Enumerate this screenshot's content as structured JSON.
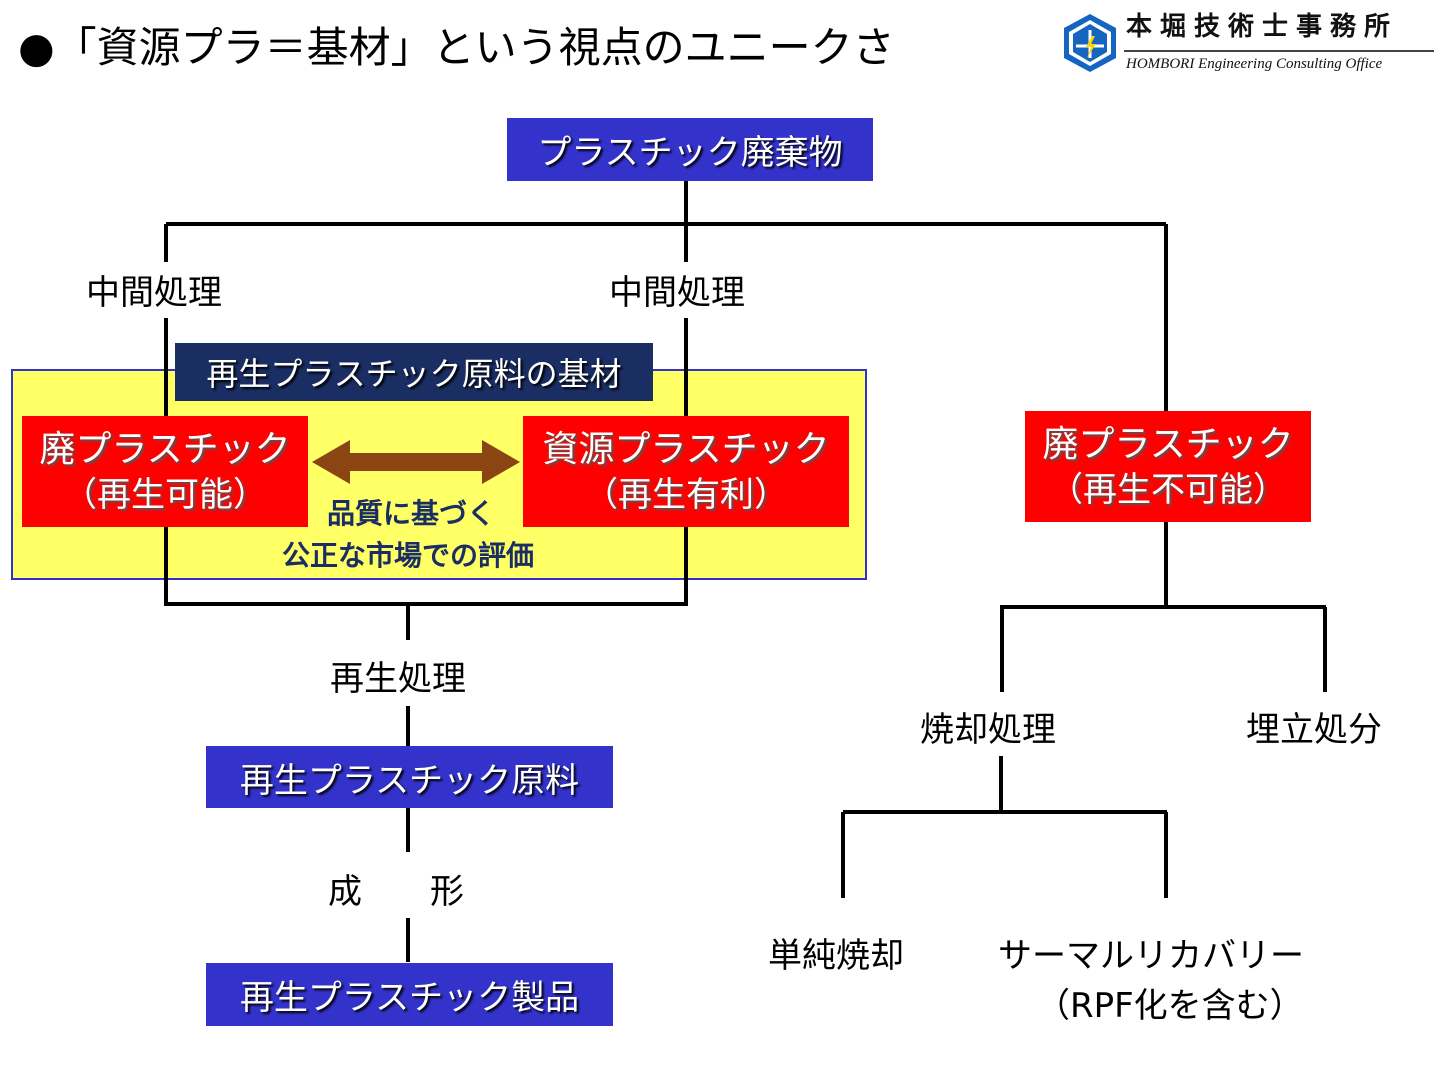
{
  "title": "●「資源プラ＝基材」という視点のユニークさ",
  "logo": {
    "name_jp": "本堀技術士事務所",
    "name_en": "HOMBORI Engineering Consulting Office"
  },
  "nodes": {
    "top": "プラスチック廃棄物",
    "mid_left": "中間処理",
    "mid_right": "中間処理",
    "base_label": "再生プラスチック原料の基材",
    "waste_recyclable": {
      "line1": "廃プラスチック",
      "line2": "（再生可能）"
    },
    "resource_plastic": {
      "line1": "資源プラスチック",
      "line2": "（再生有利）"
    },
    "evaluation": {
      "line1": "品質に基づく",
      "line2": "公正な市場での評価"
    },
    "regeneration": "再生処理",
    "recycled_material": "再生プラスチック原料",
    "molding": "成　　形",
    "recycled_product": "再生プラスチック製品",
    "waste_nonrecyclable": {
      "line1": "廃プラスチック",
      "line2": "（再生不可能）"
    },
    "incineration": "焼却処理",
    "landfill": "埋立処分",
    "simple_incineration": "単純焼却",
    "thermal_recovery": {
      "line1": "サーマルリカバリー",
      "line2": "（RPF化を含む）"
    }
  },
  "colors": {
    "blue_box": "#3333cc",
    "navy_box": "#1a2e63",
    "red_box": "#ff0000",
    "yellow_area": "#ffff66",
    "arrow": "#8b4513"
  }
}
